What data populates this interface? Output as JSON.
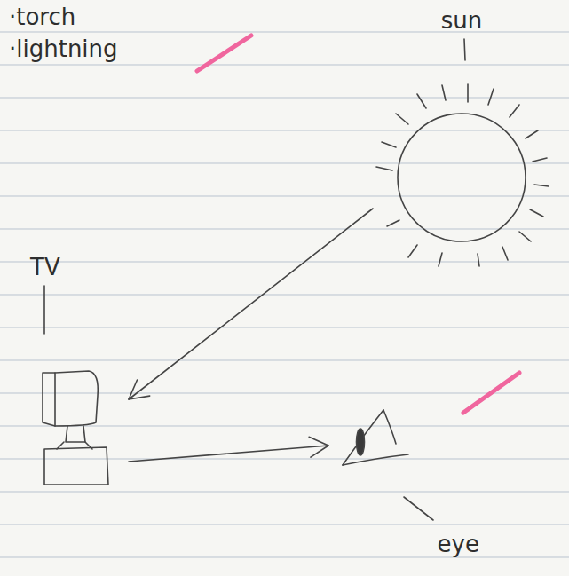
{
  "diagram": {
    "nodes": [
      {
        "text": [
          "sun"
        ]
      },
      {
        "text": [
          "TV"
        ]
      },
      {
        "text": [
          "eye"
        ]
      }
    ],
    "edges": [
      {
        "from": 0,
        "to": 1,
        "arrow": "to"
      },
      {
        "from": 1,
        "to": 2,
        "arrow": "to"
      }
    ],
    "labels": [
      "·torch",
      "·lightning"
    ]
  }
}
